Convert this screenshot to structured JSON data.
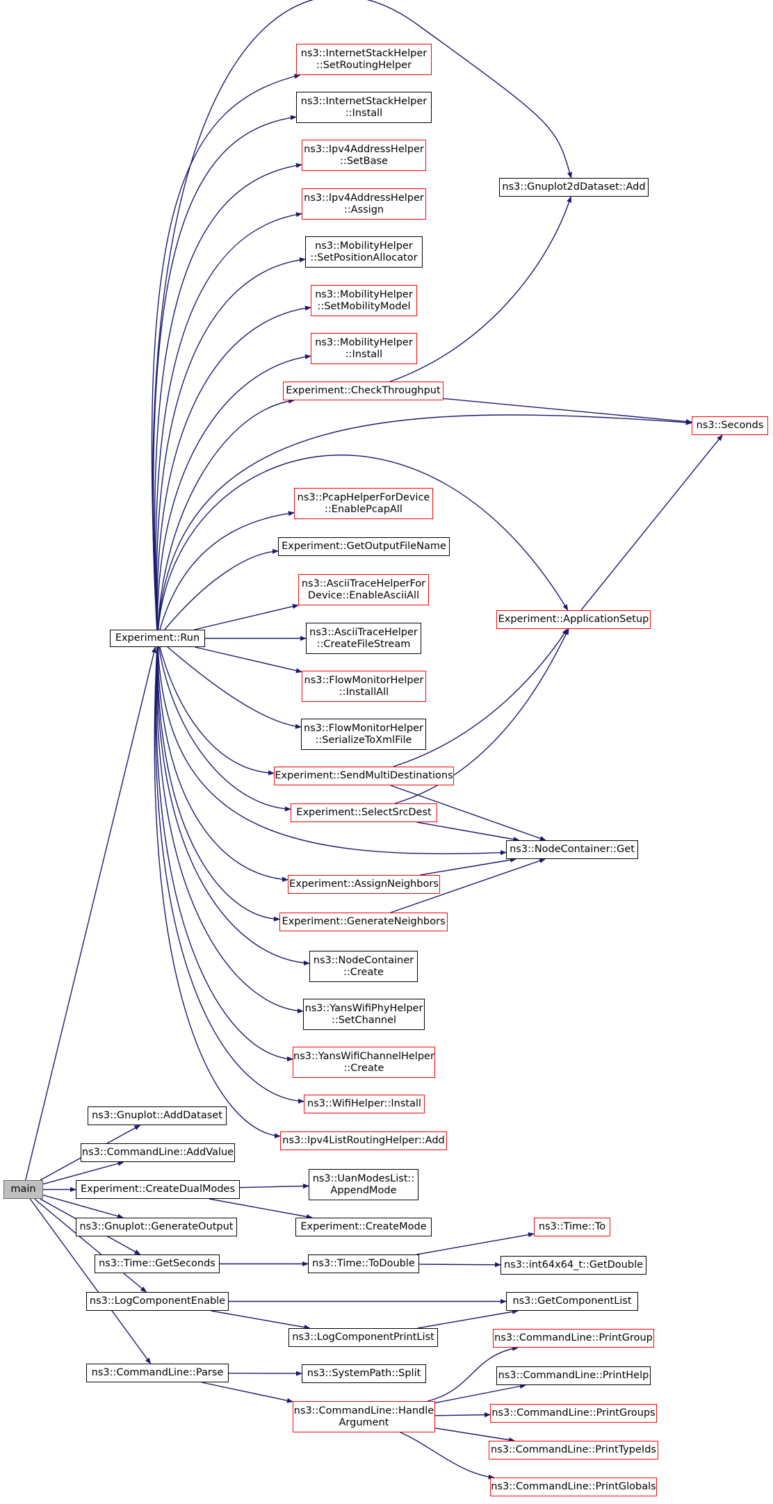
{
  "colors": {
    "edge": "#191970",
    "black_border": "#000000",
    "red_border": "#ff0000",
    "root_fill": "#bfbfbf"
  },
  "nodes": {
    "main": {
      "lines": [
        "main"
      ],
      "style": "root"
    },
    "run": {
      "lines": [
        "Experiment::Run"
      ],
      "style": "black"
    },
    "setrouting": {
      "lines": [
        "ns3::InternetStackHelper",
        "::SetRoutingHelper"
      ],
      "style": "red"
    },
    "ishinstall": {
      "lines": [
        "ns3::InternetStackHelper",
        "::Install"
      ],
      "style": "black"
    },
    "setbase": {
      "lines": [
        "ns3::Ipv4AddressHelper",
        "::SetBase"
      ],
      "style": "red"
    },
    "assign": {
      "lines": [
        "ns3::Ipv4AddressHelper",
        "::Assign"
      ],
      "style": "red"
    },
    "setpos": {
      "lines": [
        "ns3::MobilityHelper",
        "::SetPositionAllocator"
      ],
      "style": "black"
    },
    "setmob": {
      "lines": [
        "ns3::MobilityHelper",
        "::SetMobilityModel"
      ],
      "style": "red"
    },
    "mobinstall": {
      "lines": [
        "ns3::MobilityHelper",
        "::Install"
      ],
      "style": "red"
    },
    "checkthr": {
      "lines": [
        "Experiment::CheckThroughput"
      ],
      "style": "red"
    },
    "g2dadd": {
      "lines": [
        "ns3::Gnuplot2dDataset::Add"
      ],
      "style": "black"
    },
    "seconds": {
      "lines": [
        "ns3::Seconds"
      ],
      "style": "red"
    },
    "pcap": {
      "lines": [
        "ns3::PcapHelperForDevice",
        "::EnablePcapAll"
      ],
      "style": "red"
    },
    "getout": {
      "lines": [
        "Experiment::GetOutputFileName"
      ],
      "style": "black"
    },
    "ascii": {
      "lines": [
        "ns3::AsciiTraceHelperFor",
        "Device::EnableAsciiAll"
      ],
      "style": "red"
    },
    "asciistream": {
      "lines": [
        "ns3::AsciiTraceHelper",
        "::CreateFileStream"
      ],
      "style": "black"
    },
    "appsetup": {
      "lines": [
        "Experiment::ApplicationSetup"
      ],
      "style": "red"
    },
    "flowinst": {
      "lines": [
        "ns3::FlowMonitorHelper",
        "::InstallAll"
      ],
      "style": "red"
    },
    "flowxml": {
      "lines": [
        "ns3::FlowMonitorHelper",
        "::SerializeToXmlFile"
      ],
      "style": "black"
    },
    "sendmulti": {
      "lines": [
        "Experiment::SendMultiDestinations"
      ],
      "style": "red"
    },
    "selsrc": {
      "lines": [
        "Experiment::SelectSrcDest"
      ],
      "style": "red"
    },
    "ncget": {
      "lines": [
        "ns3::NodeContainer::Get"
      ],
      "style": "black"
    },
    "assignnb": {
      "lines": [
        "Experiment::AssignNeighbors"
      ],
      "style": "red"
    },
    "gennb": {
      "lines": [
        "Experiment::GenerateNeighbors"
      ],
      "style": "red"
    },
    "nccreate": {
      "lines": [
        "ns3::NodeContainer",
        "::Create"
      ],
      "style": "black"
    },
    "yansphy": {
      "lines": [
        "ns3::YansWifiPhyHelper",
        "::SetChannel"
      ],
      "style": "black"
    },
    "yanschan": {
      "lines": [
        "ns3::YansWifiChannelHelper",
        "::Create"
      ],
      "style": "red"
    },
    "wifiinst": {
      "lines": [
        "ns3::WifiHelper::Install"
      ],
      "style": "red"
    },
    "ipv4list": {
      "lines": [
        "ns3::Ipv4ListRoutingHelper::Add"
      ],
      "style": "red"
    },
    "adddataset": {
      "lines": [
        "ns3::Gnuplot::AddDataset"
      ],
      "style": "black"
    },
    "addvalue": {
      "lines": [
        "ns3::CommandLine::AddValue"
      ],
      "style": "black"
    },
    "dualmodes": {
      "lines": [
        "Experiment::CreateDualModes"
      ],
      "style": "black"
    },
    "appendmode": {
      "lines": [
        "ns3::UanModesList::",
        "AppendMode"
      ],
      "style": "black"
    },
    "genout": {
      "lines": [
        "ns3::Gnuplot::GenerateOutput"
      ],
      "style": "black"
    },
    "createmode": {
      "lines": [
        "Experiment::CreateMode"
      ],
      "style": "black"
    },
    "timeto": {
      "lines": [
        "ns3::Time::To"
      ],
      "style": "red"
    },
    "getsec": {
      "lines": [
        "ns3::Time::GetSeconds"
      ],
      "style": "black"
    },
    "todouble": {
      "lines": [
        "ns3::Time::ToDouble"
      ],
      "style": "black"
    },
    "int64": {
      "lines": [
        "ns3::int64x64_t::GetDouble"
      ],
      "style": "black"
    },
    "logenable": {
      "lines": [
        "ns3::LogComponentEnable"
      ],
      "style": "black"
    },
    "getcomp": {
      "lines": [
        "ns3::GetComponentList"
      ],
      "style": "black"
    },
    "logprint": {
      "lines": [
        "ns3::LogComponentPrintList"
      ],
      "style": "black"
    },
    "printgroup": {
      "lines": [
        "ns3::CommandLine::PrintGroup"
      ],
      "style": "red"
    },
    "parse": {
      "lines": [
        "ns3::CommandLine::Parse"
      ],
      "style": "black"
    },
    "split": {
      "lines": [
        "ns3::SystemPath::Split"
      ],
      "style": "black"
    },
    "printhelp": {
      "lines": [
        "ns3::CommandLine::PrintHelp"
      ],
      "style": "black"
    },
    "handlearg": {
      "lines": [
        "ns3::CommandLine::Handle",
        "Argument"
      ],
      "style": "red"
    },
    "printgroups": {
      "lines": [
        "ns3::CommandLine::PrintGroups"
      ],
      "style": "red"
    },
    "printtypeids": {
      "lines": [
        "ns3::CommandLine::PrintTypeIds"
      ],
      "style": "red"
    },
    "printglobals": {
      "lines": [
        "ns3::CommandLine::PrintGlobals"
      ],
      "style": "red"
    }
  }
}
